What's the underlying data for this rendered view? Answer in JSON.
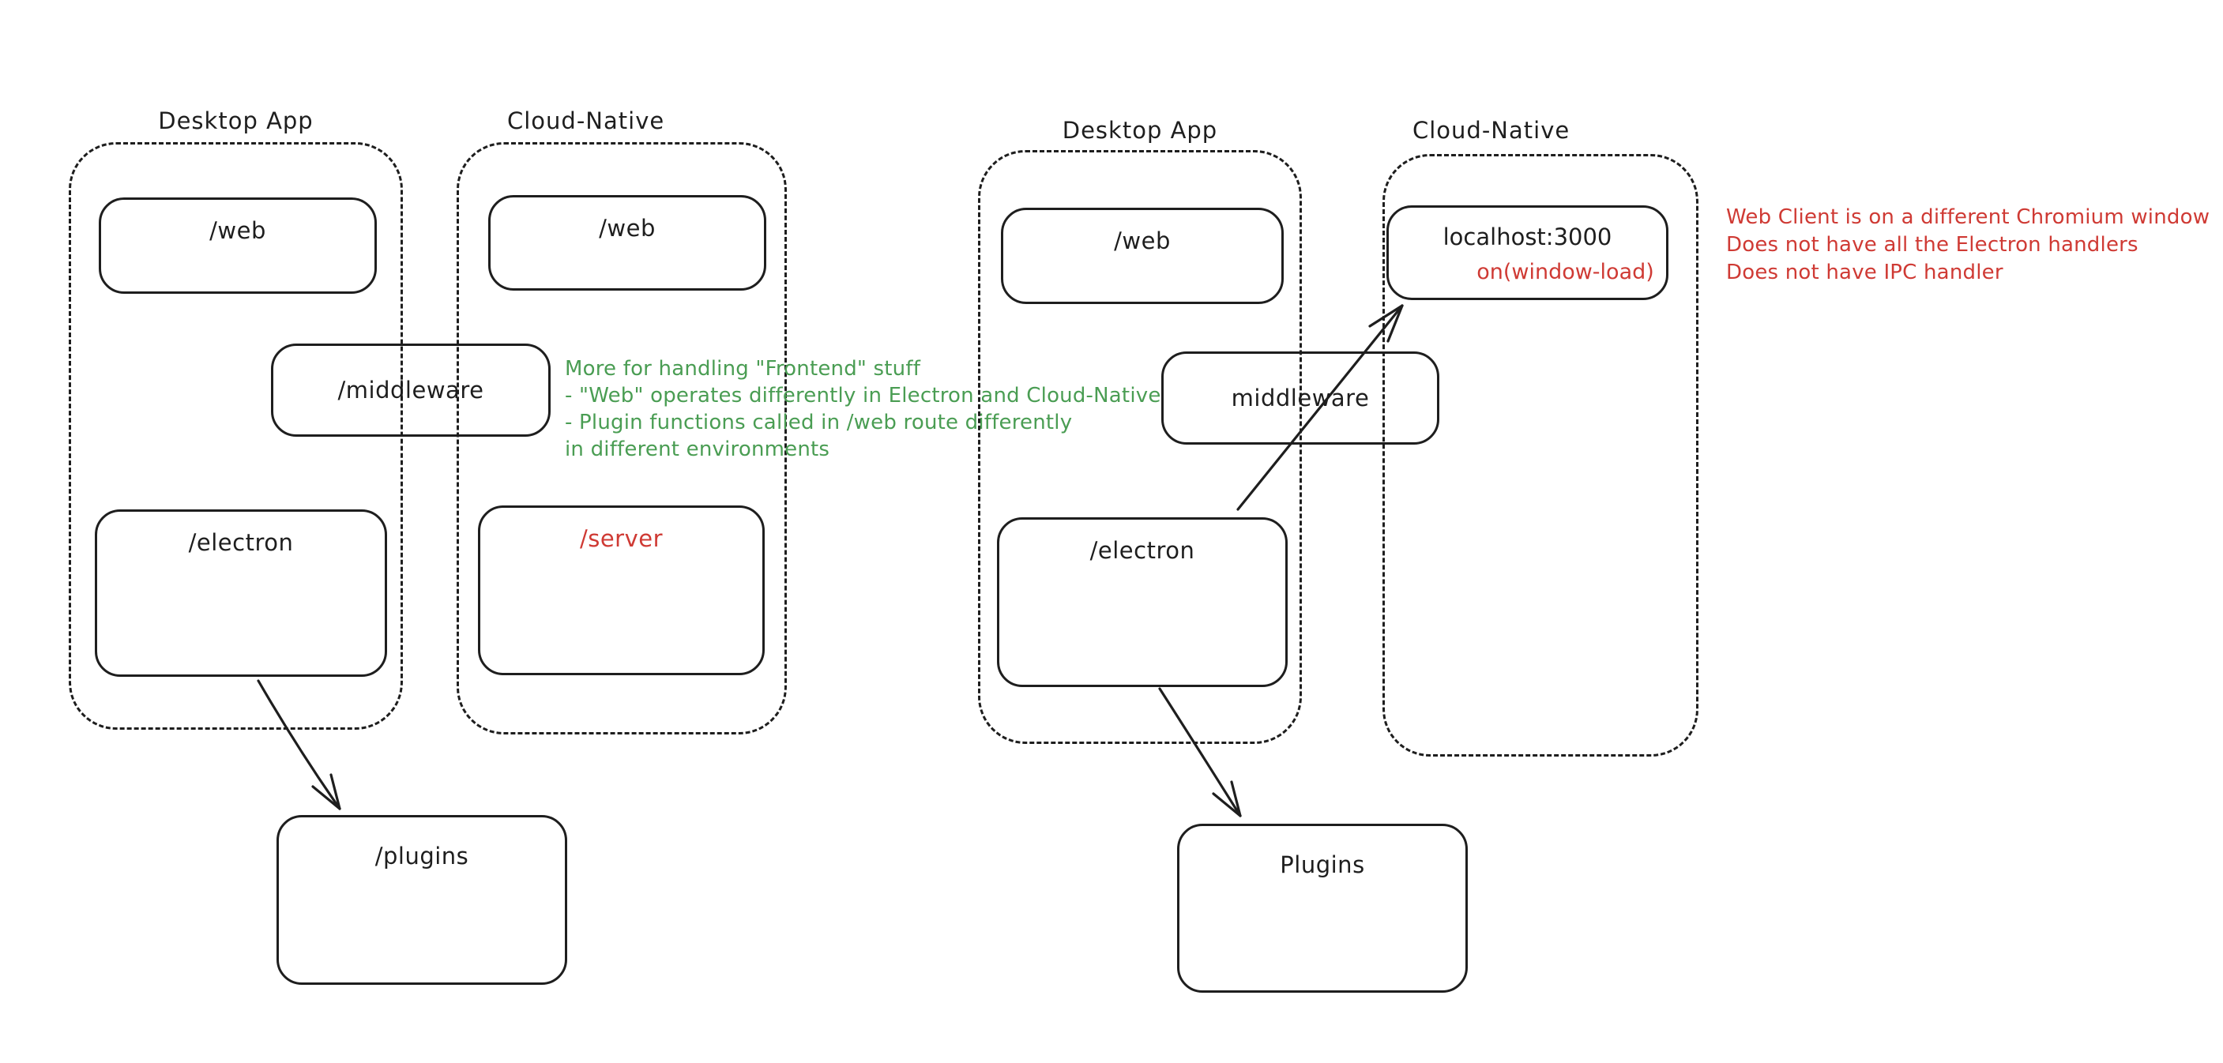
{
  "colors": {
    "background": "#ffffff",
    "ink": "#1e1e1e",
    "green": "#4a9d53",
    "red": "#cf3a34"
  },
  "left_diagram": {
    "desktop_label": "Desktop App",
    "cloud_label": "Cloud-Native",
    "desktop_web": "/web",
    "cloud_web": "/web",
    "middleware": "/middleware",
    "electron": "/electron",
    "server": "/server",
    "plugins": "/plugins",
    "note": [
      "More for handling \"Frontend\" stuff",
      "- \"Web\" operates differently in Electron and Cloud-Native",
      "- Plugin functions called in /web route differently",
      "in different environments"
    ]
  },
  "right_diagram": {
    "desktop_label": "Desktop App",
    "cloud_label": "Cloud-Native",
    "desktop_web": "/web",
    "localhost": "localhost:3000",
    "window_load": "on(window-load)",
    "middleware": "middleware",
    "electron": "/electron",
    "plugins": "Plugins",
    "note": [
      "Web Client is on a different Chromium window",
      "Does not have all the Electron handlers",
      "Does not have IPC handler"
    ]
  }
}
